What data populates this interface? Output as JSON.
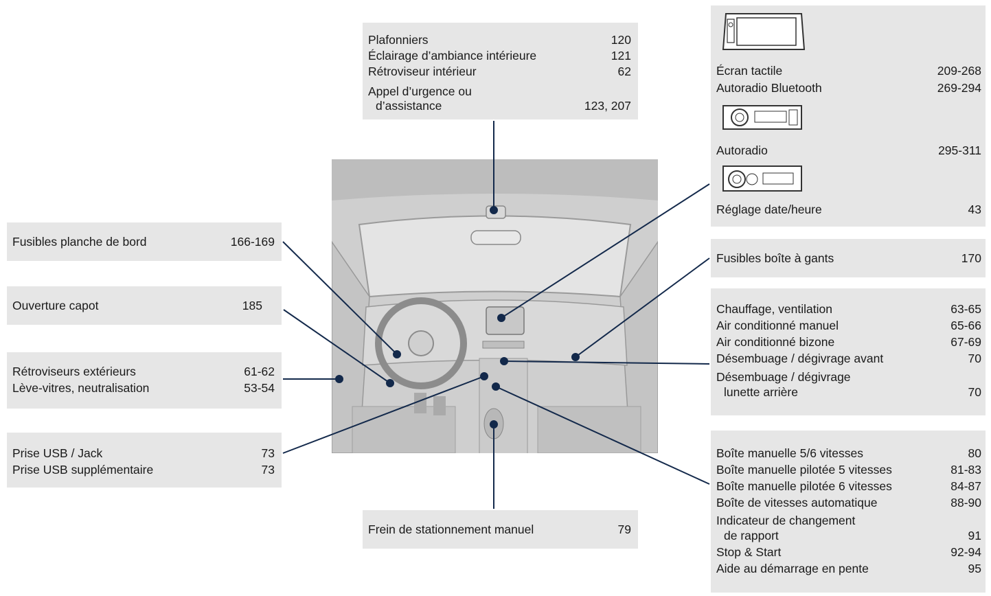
{
  "top": {
    "rows": [
      {
        "label": "Plafonniers",
        "page": "120"
      },
      {
        "label": "Éclairage d’ambiance intérieure",
        "page": "121"
      },
      {
        "label": "Rétroviseur intérieur",
        "page": "62"
      },
      {
        "label": "Appel d’urgence ou",
        "page": ""
      },
      {
        "label": "d’assistance",
        "page": "123, 207"
      }
    ]
  },
  "left": {
    "fusibles": {
      "label": "Fusibles planche de bord",
      "page": "166-169"
    },
    "capot": {
      "label": "Ouverture capot",
      "page": "185"
    },
    "retro": [
      {
        "label": "Rétroviseurs extérieurs",
        "page": "61-62"
      },
      {
        "label": "Lève-vitres, neutralisation",
        "page": "53-54"
      }
    ],
    "usb": [
      {
        "label": "Prise USB / Jack",
        "page": "73"
      },
      {
        "label": "Prise USB supplémentaire",
        "page": "73"
      }
    ]
  },
  "bottom": {
    "label": "Frein de stationnement manuel",
    "page": "79"
  },
  "right": {
    "media": [
      {
        "label": "Écran tactile",
        "page": "209-268"
      },
      {
        "label": "Autoradio Bluetooth",
        "page": "269-294"
      },
      {
        "label": "Autoradio",
        "page": "295-311"
      },
      {
        "label": "Réglage date/heure",
        "page": "43"
      }
    ],
    "gants": {
      "label": "Fusibles boîte à gants",
      "page": "170"
    },
    "clim": [
      {
        "label": "Chauffage, ventilation",
        "page": "63-65"
      },
      {
        "label": "Air conditionné manuel",
        "page": "65-66"
      },
      {
        "label": "Air conditionné bizone",
        "page": "67-69"
      },
      {
        "label": "Désembuage / dégivrage avant",
        "page": "70"
      },
      {
        "label": "Désembuage / dégivrage",
        "page": ""
      },
      {
        "label": "lunette arrière",
        "page": "70"
      }
    ],
    "boite": [
      {
        "label": "Boîte manuelle 5/6 vitesses",
        "page": "80"
      },
      {
        "label": "Boîte manuelle pilotée 5 vitesses",
        "page": "81-83"
      },
      {
        "label": "Boîte manuelle pilotée 6 vitesses",
        "page": "84-87"
      },
      {
        "label": "Boîte de vitesses automatique",
        "page": "88-90"
      },
      {
        "label": "Indicateur de changement",
        "page": ""
      },
      {
        "label": "de rapport",
        "page": "91"
      },
      {
        "label": "Stop & Start",
        "page": "92-94"
      },
      {
        "label": "Aide au démarrage en pente",
        "page": "95"
      }
    ]
  }
}
